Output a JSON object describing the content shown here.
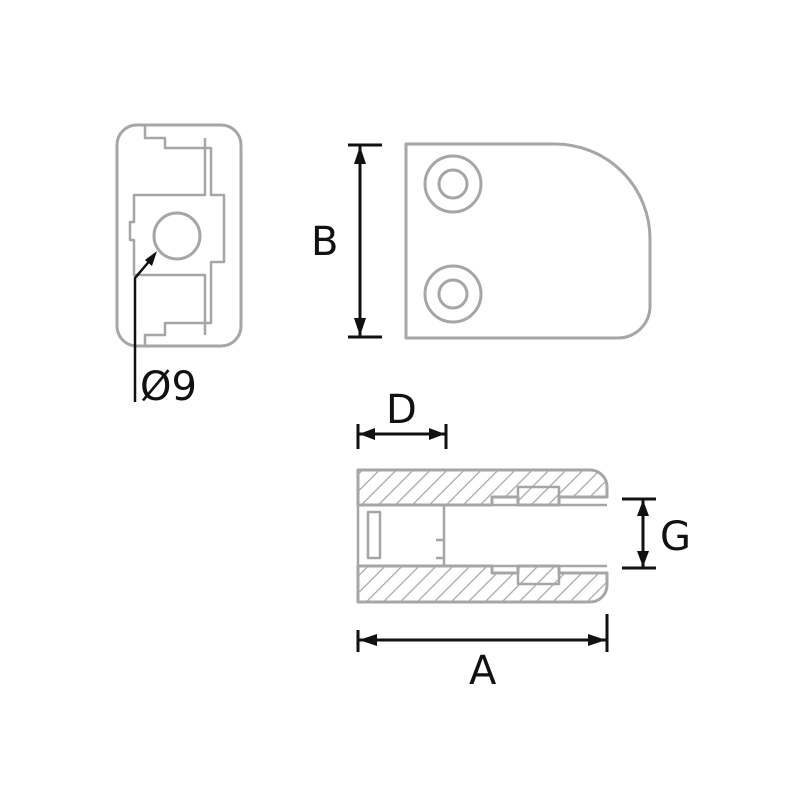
{
  "labels": {
    "diameter": "Ø9",
    "height": "B",
    "depth": "D",
    "gap": "G",
    "length": "A"
  },
  "colors": {
    "part_outline": "#a6a6a6",
    "dimension_line": "#111111",
    "background": "#ffffff"
  }
}
